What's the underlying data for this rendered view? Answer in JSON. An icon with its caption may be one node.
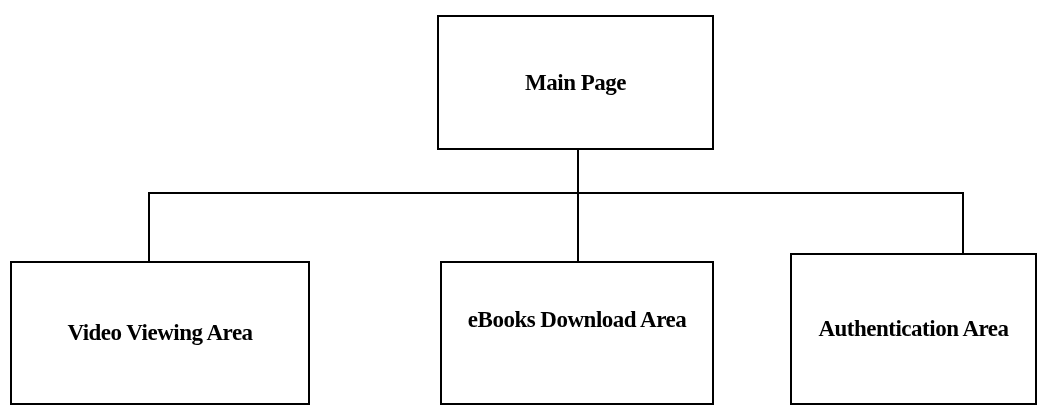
{
  "diagram": {
    "nodes": [
      {
        "text": [
          "Main Page"
        ]
      },
      {
        "text": [
          "Video Viewing Area"
        ]
      },
      {
        "text": [
          "eBooks Download Area"
        ]
      },
      {
        "text": [
          "Authentication Area"
        ]
      }
    ],
    "edges": [
      {
        "from": 0,
        "to": 1,
        "arrow": "none"
      },
      {
        "from": 0,
        "to": 2,
        "arrow": "none"
      },
      {
        "from": 0,
        "to": 3,
        "arrow": "none"
      }
    ]
  }
}
